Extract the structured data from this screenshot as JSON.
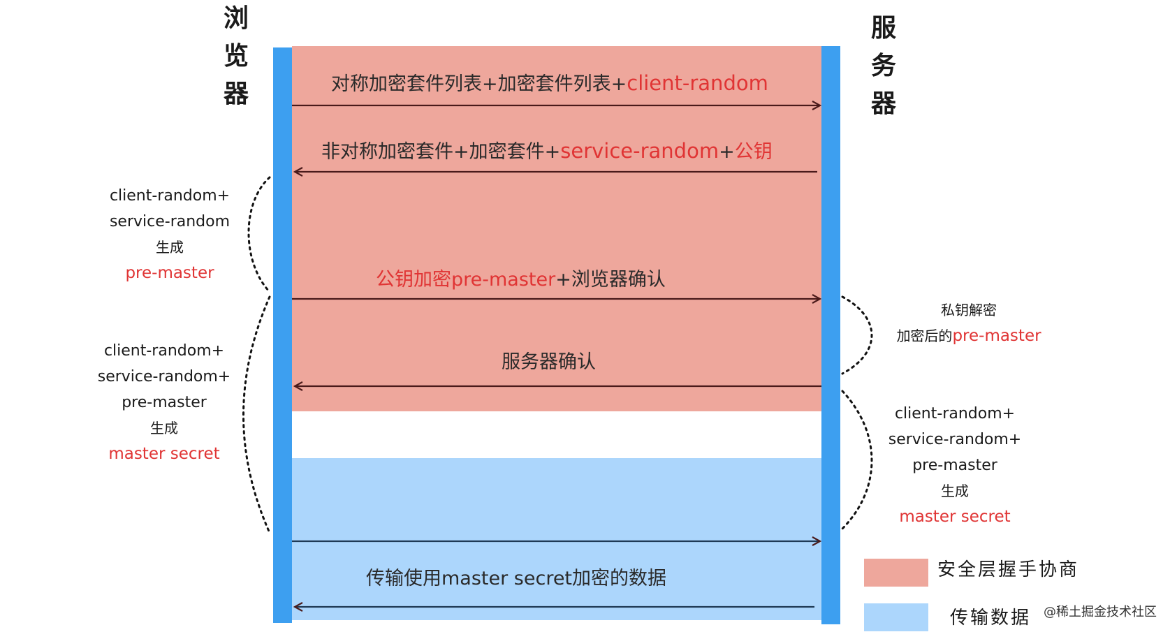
{
  "participants": {
    "browser": [
      "浏",
      "览",
      "器"
    ],
    "server": [
      "服",
      "务",
      "器"
    ]
  },
  "messages": {
    "m1": {
      "plain": "对称加密套件列表+加密套件列表+",
      "red": "client-random"
    },
    "m2": {
      "plain": "非对称加密套件+加密套件+",
      "red": "service-random",
      "plain2": "+",
      "red2": "公钥"
    },
    "m3": {
      "red": "公钥加密pre-master",
      "plain": "+浏览器确认"
    },
    "m4": {
      "plain": "服务器确认"
    },
    "m5": {
      "plain": "传输使用master secret加密的数据"
    }
  },
  "notes": {
    "browser_premaster": {
      "line1": "client-random+",
      "line2": "service-random",
      "line3": "生成",
      "line4": "pre-master"
    },
    "browser_master": {
      "line1": "client-random+",
      "line2": "service-random+",
      "line3": "pre-master",
      "line4": "生成",
      "line5": "master secret"
    },
    "server_decrypt": {
      "line1": "私钥解密",
      "line2_plain": "加密后的",
      "line2_red": "pre-master"
    },
    "server_master": {
      "line1": "client-random+",
      "line2": "service-random+",
      "line3": "pre-master",
      "line4": "生成",
      "line5": "master secret"
    }
  },
  "legend": [
    {
      "label": "安全层握手协商",
      "color": "#eea79c"
    },
    {
      "label": "传输数据",
      "color": "#acd6fc"
    }
  ],
  "watermark": "@稀土掘金技术社区"
}
